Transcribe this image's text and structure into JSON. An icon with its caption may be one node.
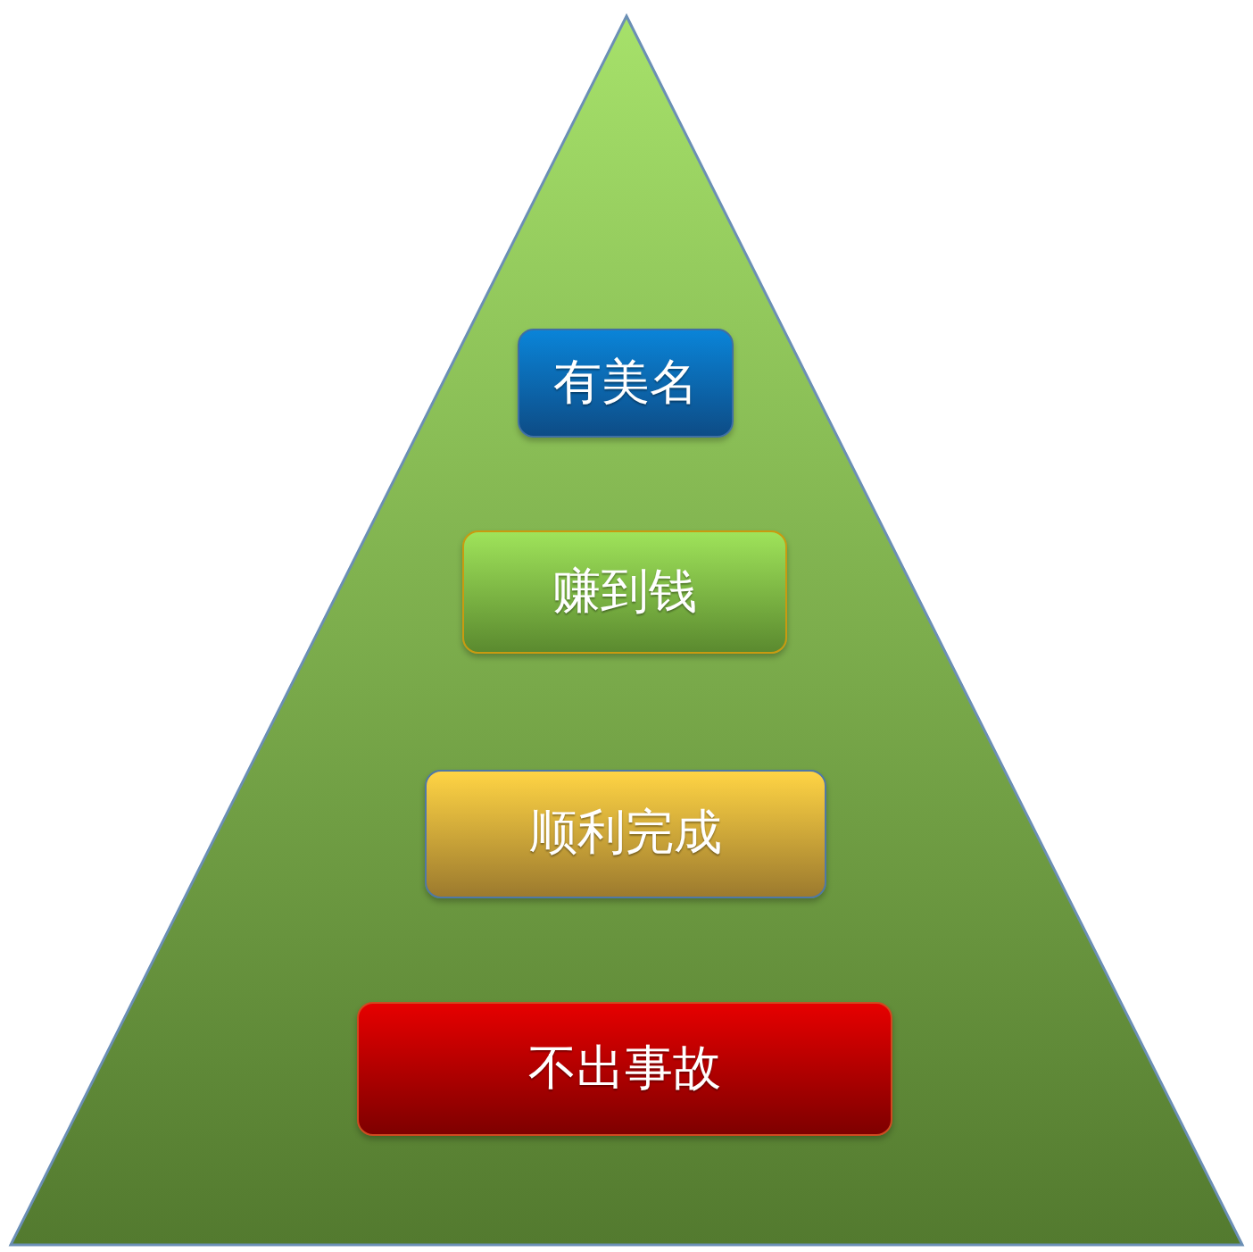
{
  "diagram": {
    "nodes": [
      {
        "text": [],
        "shape": "triangle"
      },
      {
        "text": [
          "有美名"
        ],
        "in": 0
      },
      {
        "text": [
          "赚到钱"
        ],
        "in": 0
      },
      {
        "text": [
          "顺利完成"
        ],
        "in": 0
      },
      {
        "text": [
          "不出事故"
        ],
        "in": 0
      }
    ]
  }
}
